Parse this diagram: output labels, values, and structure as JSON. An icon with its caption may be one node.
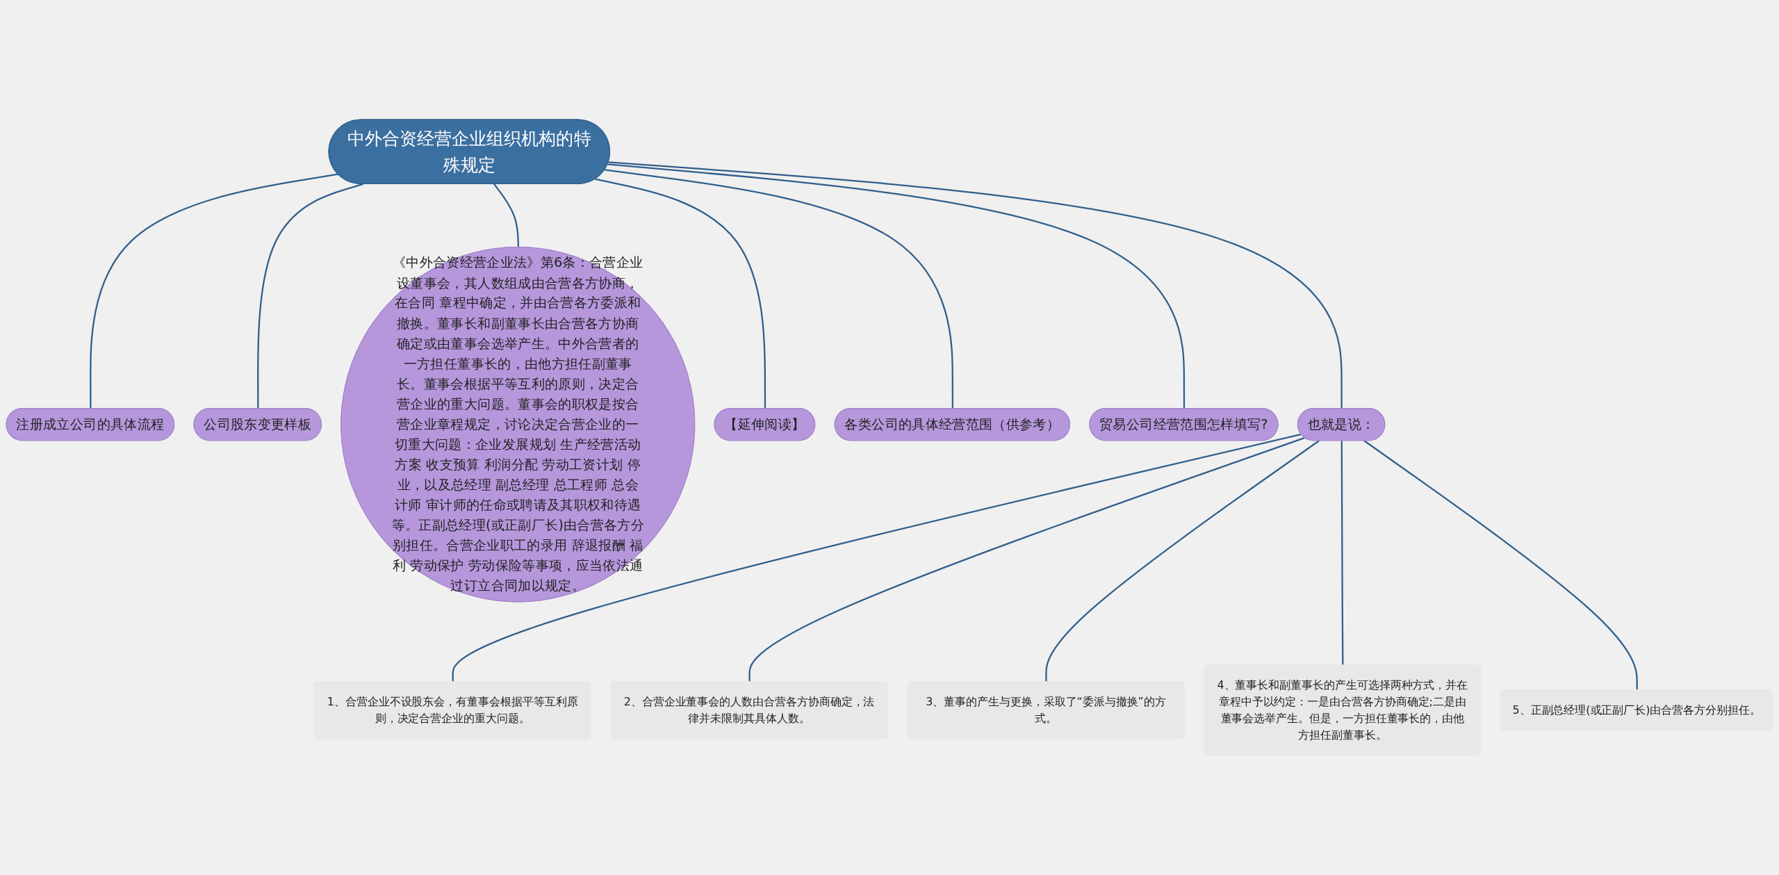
{
  "diagram": {
    "nodes": [
      {
        "text": [
          "中外合资经营企业组织机构的特殊规定"
        ]
      },
      {
        "text": [
          "也就是说："
        ]
      },
      {
        "text": [
          "1、合营企业不设股东会，有董事会根据平等互利原则，决定合营企业的重大问题。"
        ]
      },
      {
        "text": [
          "2、合营企业董事会的人数由合营各方协商确定，法律并未限制其具体人数。"
        ]
      },
      {
        "text": [
          "3、董事的产生与更换，采取了“委派与撤换”的方式。"
        ]
      },
      {
        "text": [
          "4、董事长和副董事长的产生可选择两种方式，并在章程中予以约定：一是由合营各方协商确定;二是由董事会选举产生。但是，一方担任董事长的，由他方担任副董事长。"
        ]
      },
      {
        "text": [
          "5、正副总经理(或正副厂长)由合营各方分别担任。"
        ]
      },
      {
        "text": [
          "注册成立公司的具体流程"
        ]
      },
      {
        "text": [
          "公司股东变更样板"
        ]
      },
      {
        "text": [
          "《中外合资经营企业法》第6条：合营企业设董事会，其人数组成由合营各方协商，在合同 章程中确定，并由合营各方委派和撤换。董事长和副董事长由合营各方协商确定或由董事会选举产生。中外合营者的一方担任董事长的，由他方担任副董事长。董事会根据平等互利的原则，决定合营企业的重大问题。董事会的职权是按合营企业章程规定，讨论决定合营企业的一切重大问题：企业发展规划 生产经营活动方案 收支预算 利润分配 劳动工资计划 停业，以及总经理 副总经理 总工程师 总会计师 审计师的任命或聘请及其职权和待遇等。正副总经理(或正副厂长)由合营各方分别担任。合营企业职工的录用 辞退报酬 福利 劳动保护 劳动保险等事项，应当依法通过订立合同加以规定。"
        ]
      },
      {
        "text": [
          "【延伸阅读】"
        ]
      },
      {
        "text": [
          "各类公司的具体经营范围（供参考）"
        ]
      },
      {
        "text": [
          "贸易公司经营范围怎样填写?"
        ]
      }
    ],
    "edges": [
      {
        "from": 0,
        "to": 1,
        "arrow": "none"
      },
      {
        "from": 1,
        "to": 2,
        "arrow": "none"
      },
      {
        "from": 1,
        "to": 3,
        "arrow": "none"
      },
      {
        "from": 1,
        "to": 4,
        "arrow": "none"
      },
      {
        "from": 1,
        "to": 5,
        "arrow": "none"
      },
      {
        "from": 1,
        "to": 6,
        "arrow": "none"
      },
      {
        "from": 0,
        "to": 7,
        "arrow": "none"
      },
      {
        "from": 0,
        "to": 8,
        "arrow": "none"
      },
      {
        "from": 0,
        "to": 9,
        "arrow": "none"
      },
      {
        "from": 0,
        "to": 10,
        "arrow": "none"
      },
      {
        "from": 0,
        "to": 11,
        "arrow": "none"
      },
      {
        "from": 0,
        "to": 12,
        "arrow": "none"
      }
    ]
  }
}
